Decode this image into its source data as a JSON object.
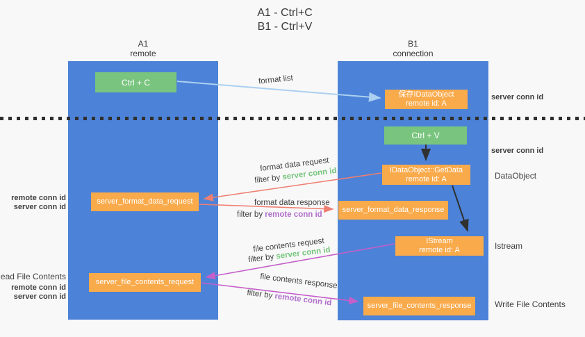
{
  "title": {
    "line1": "A1 - Ctrl+C",
    "line2": "B1 - Ctrl+V"
  },
  "lanes": {
    "left": {
      "name": "A1",
      "sub": "remote"
    },
    "right": {
      "name": "B1",
      "sub": "connection"
    }
  },
  "boxes": {
    "ctrl_c": {
      "label": "Ctrl + C"
    },
    "ctrl_v": {
      "label": "Ctrl + V"
    },
    "save_idataobject": {
      "line1": "保存IDataObject",
      "line2": "remote id: A"
    },
    "getdata": {
      "line1": "IDataObject::GetData",
      "line2": "remote id: A"
    },
    "istream": {
      "line1": "IStream",
      "line2": "remote id: A"
    },
    "format_request": {
      "label": "server_format_data_request"
    },
    "format_response": {
      "label": "server_format_data_response"
    },
    "file_request": {
      "label": "server_file_contents_request"
    },
    "file_response": {
      "label": "server_file_contents_response"
    }
  },
  "flow_labels": {
    "format_list": "format list",
    "format_data_request": "format data request",
    "format_data_response": "format data response",
    "file_contents_request": "file contents request",
    "file_contents_response": "file contents response",
    "filter_by": "filter by",
    "server_conn_id": "server conn id",
    "remote_conn_id": "remote conn id"
  },
  "side_labels": {
    "server_conn_id": "server conn id",
    "remote_conn_id": "remote conn id",
    "dataobject": "DataObject",
    "istream": "Istream",
    "read_file_contents": "Read File Contents",
    "write_file_contents": "Write File Contents"
  },
  "colors": {
    "background": "#f8f8f8",
    "lane_blue": "#4c82d7",
    "box_green": "#79c47e",
    "box_orange": "#f9aa4b",
    "arrow_light_blue": "#abd0f1",
    "arrow_black": "#303030",
    "arrow_salmon": "#ef7f72",
    "arrow_magenta": "#c55fca",
    "text_green": "#74c47c",
    "text_purple": "#b06ecb",
    "text_dark": "#3f3f3f"
  }
}
